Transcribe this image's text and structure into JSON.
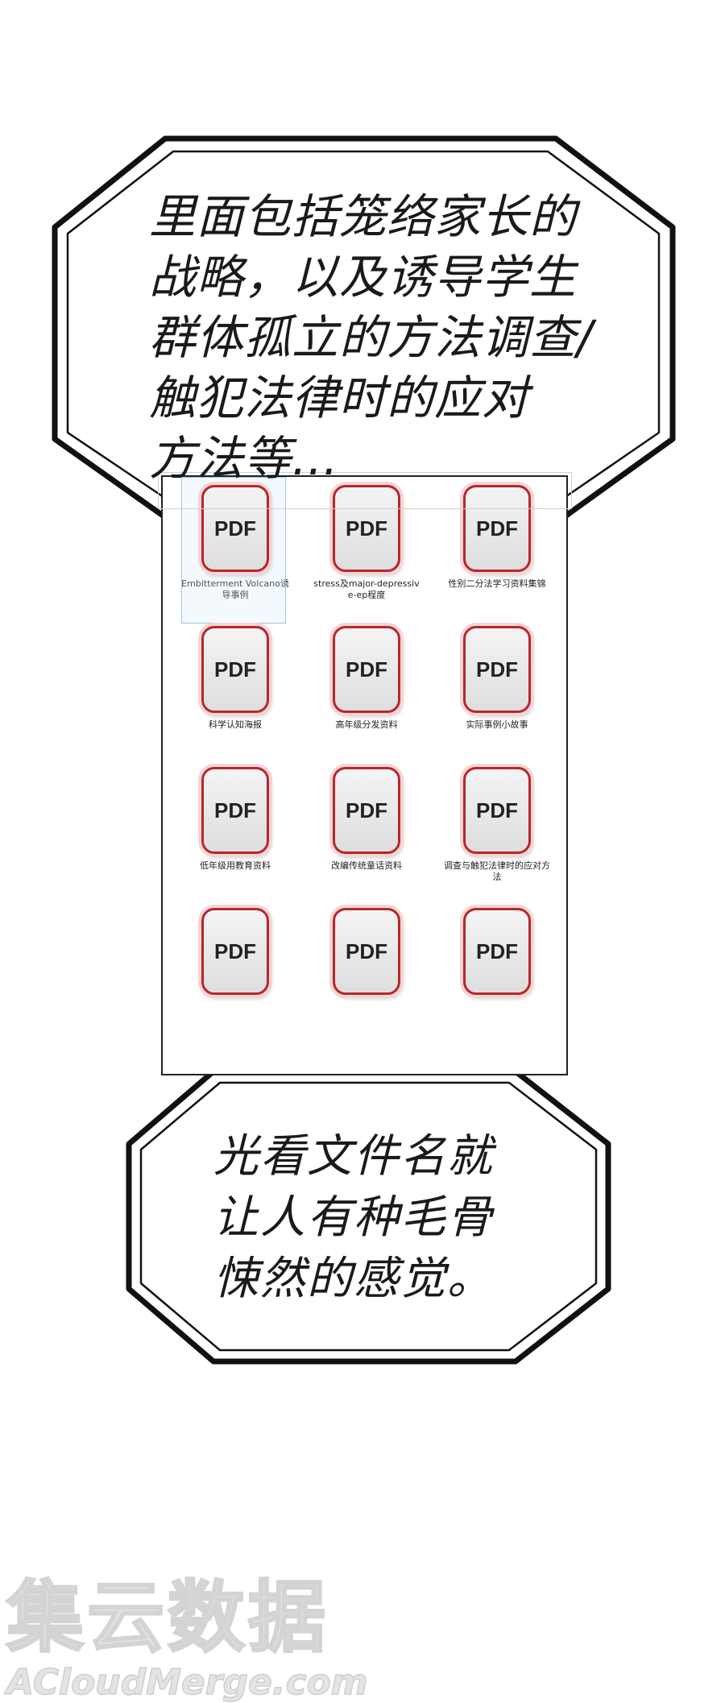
{
  "bubbles": {
    "top": "里面包括笼络家长的\n战略，以及诱导学生\n群体孤立的方法调查/\n触犯法律时的应对\n方法等…",
    "bottom": "光看文件名就\n让人有种毛骨\n悚然的感觉。"
  },
  "files": {
    "icon_label": "PDF",
    "items": [
      {
        "name": "Embitterment Volcano诱导事例"
      },
      {
        "name": "stress及major-depressive-ep程度"
      },
      {
        "name": "性别二分法学习资料集锦"
      },
      {
        "name": "科学认知海报"
      },
      {
        "name": "高年级分发资料"
      },
      {
        "name": "实际事例小故事"
      },
      {
        "name": "低年级用教育资料"
      },
      {
        "name": "改编传统童话资料"
      },
      {
        "name": "调查与触犯法律时的应对方法"
      }
    ],
    "icon_color": "#b8262c"
  },
  "watermark": {
    "cn": "集云数据",
    "en": "ACloudMerge.com"
  }
}
